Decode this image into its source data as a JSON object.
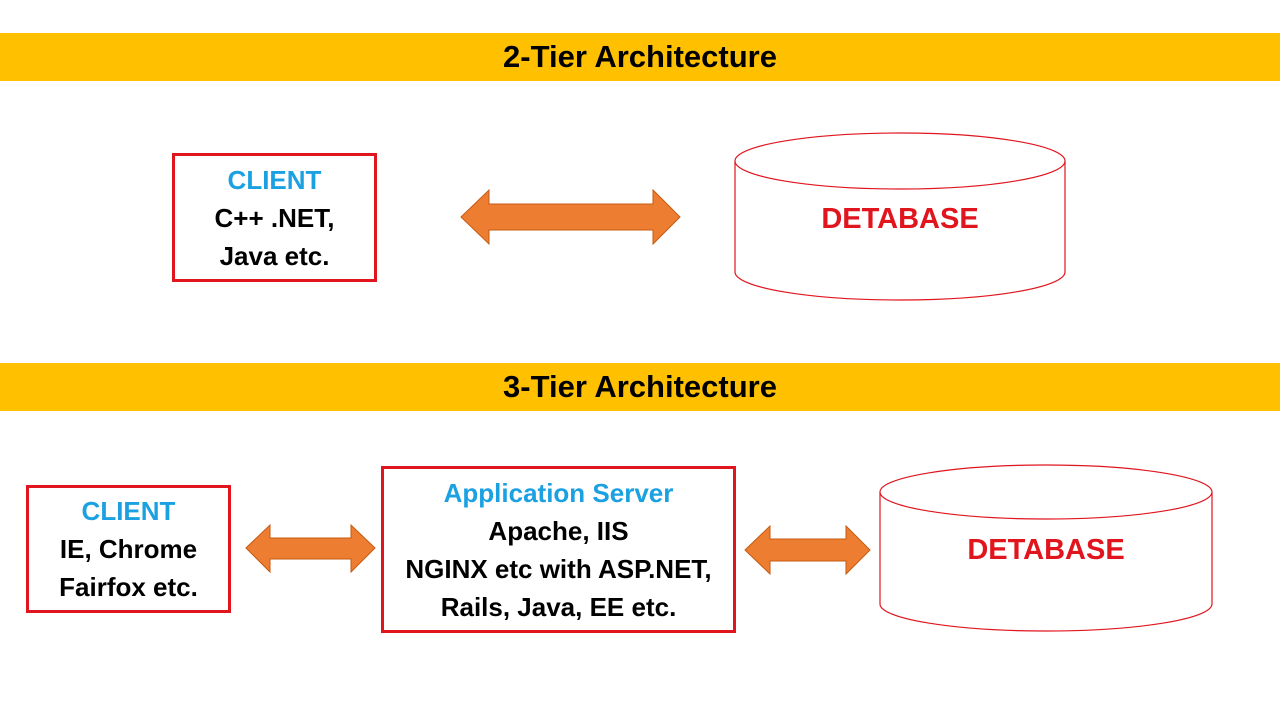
{
  "colors": {
    "banner": "#FFC000",
    "box_border": "#E0151E",
    "title_blue": "#1BA1E2",
    "arrow_fill": "#ED7D31",
    "arrow_stroke": "#C55A11",
    "db_stroke": "#E0151E",
    "db_text": "#E0151E"
  },
  "two_tier": {
    "heading": "2-Tier Architecture",
    "client": {
      "title": "CLIENT",
      "lines": [
        "C++ .NET,",
        "Java etc."
      ]
    },
    "database_label": "DETABASE"
  },
  "three_tier": {
    "heading": "3-Tier Architecture",
    "client": {
      "title": "CLIENT",
      "lines": [
        "IE, Chrome",
        "Fairfox etc."
      ]
    },
    "app_server": {
      "title": "Application Server",
      "lines": [
        "Apache, IIS",
        "NGINX etc with ASP.NET,",
        "Rails, Java, EE etc."
      ]
    },
    "database_label": "DETABASE"
  }
}
